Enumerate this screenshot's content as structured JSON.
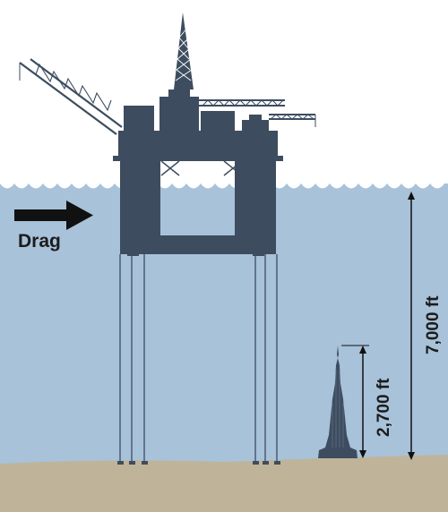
{
  "labels": {
    "drag": "Drag",
    "water_depth": "7,000 ft",
    "tower_height": "2,700 ft"
  },
  "colors": {
    "sky": "#ffffff",
    "water": "#a8c2d9",
    "seabed": "#bfb49a",
    "structure": "#3d4d5f",
    "arrow": "#111111",
    "text": "#1c1c1c"
  },
  "icons": {
    "platform": "offshore-oil-platform-icon",
    "tower": "skyscraper-silhouette-icon",
    "drag_arrow": "right-arrow-icon"
  }
}
